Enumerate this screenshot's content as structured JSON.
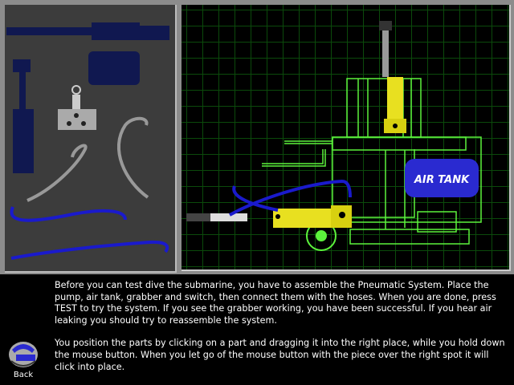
{
  "board": {
    "air_tank_label": "AIR TANK"
  },
  "instructions": {
    "paragraph1": "Before you can test dive the submarine, you have to assemble the Pneumatic System. Place the pump, air tank, grabber and switch, then connect them with the hoses. When you are done, press TEST to try the system. If you see the grabber working, you have been successful. If you hear air leaking you should try to reassemble the system.",
    "paragraph2": "You position the parts by clicking on a part and dragging it into the right place, while you hold down the mouse button. When you let go of the mouse button with the piece over the right spot it will click into place."
  },
  "back": {
    "label": "Back"
  },
  "colors": {
    "grid": "#0b4a0b",
    "outline": "#5cf23c",
    "tank": "#2a2ad0",
    "cylinder": "#e8e020"
  }
}
